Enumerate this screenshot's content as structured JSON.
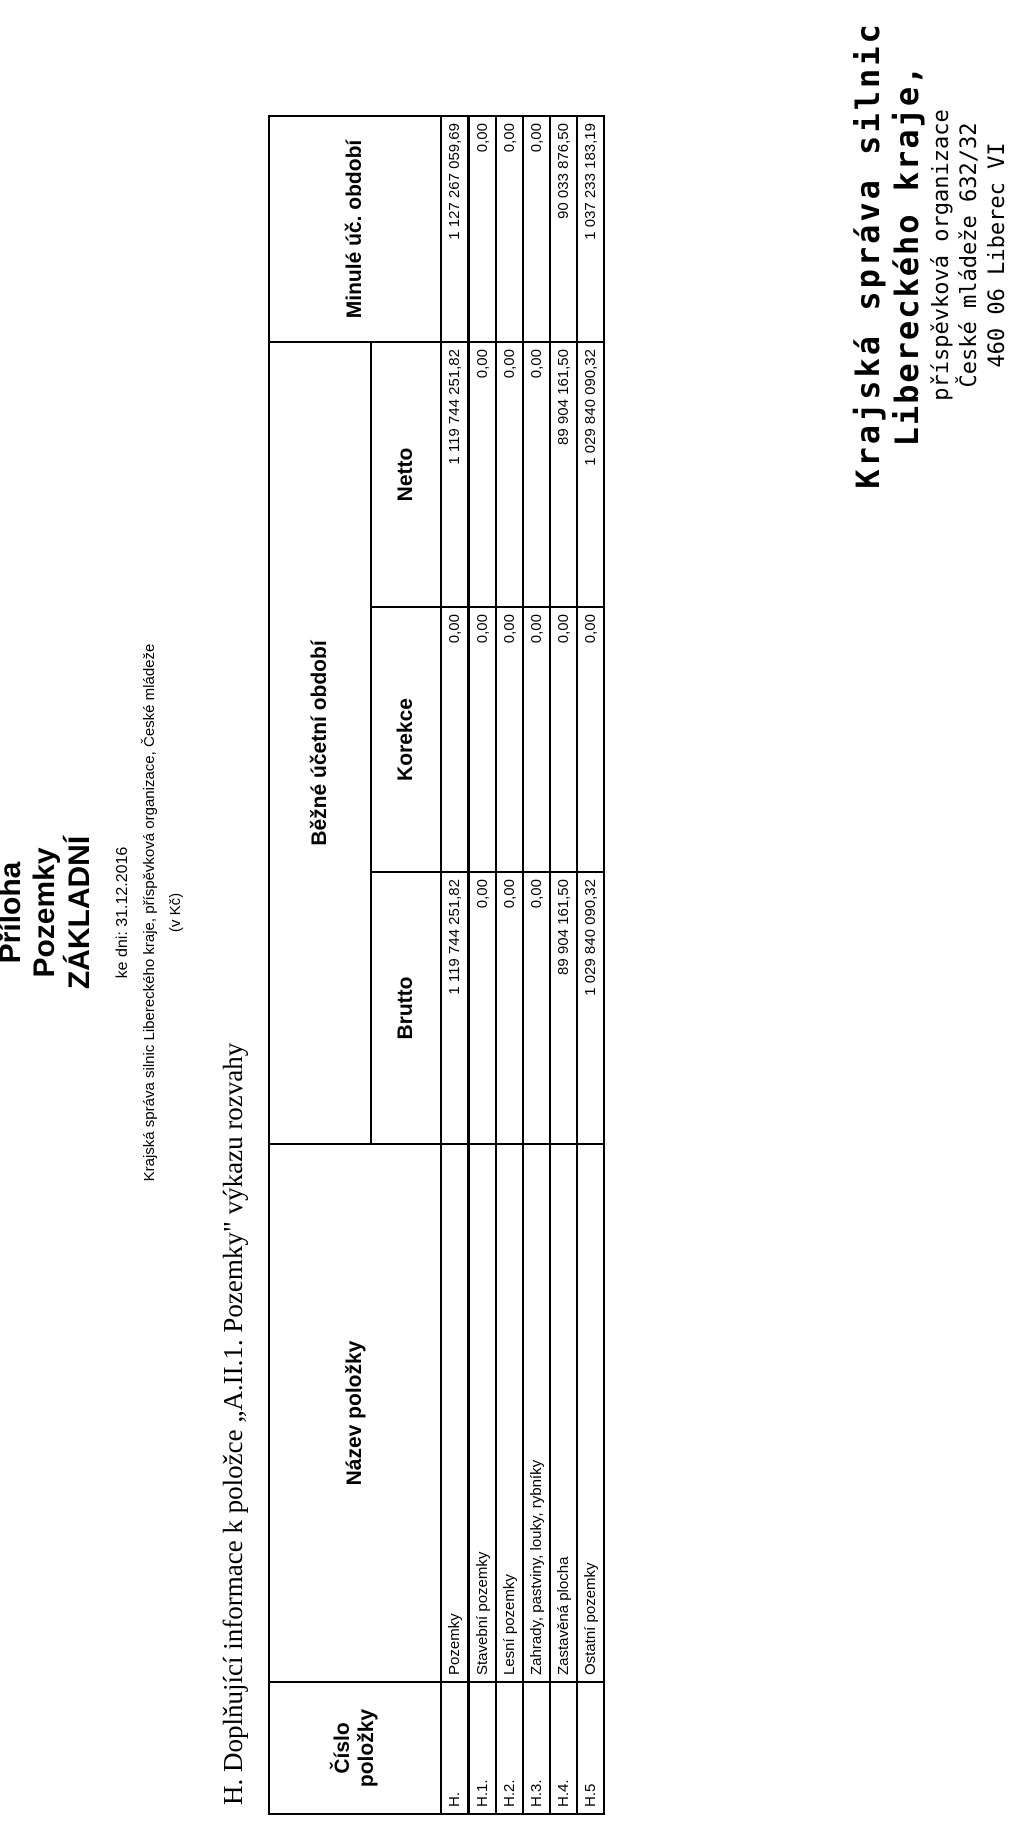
{
  "header": {
    "title_line1": "Příloha",
    "title_line2": "Pozemky",
    "title_line3": "ZÁKLADNÍ",
    "date": "ke dni: 31.12.2016",
    "organization": "Krajská správa silnic Libereckého kraje, příspěvková organizace, České mládeže",
    "unit": "(v Kč)"
  },
  "section_title": "H. Doplňující informace k položce „A.II.1. Pozemky\" výkazu rozvahy",
  "table": {
    "col_number": "Číslo položky",
    "col_name": "Název položky",
    "col_current_group": "Běžné účetní období",
    "col_brutto": "Brutto",
    "col_korekce": "Korekce",
    "col_netto": "Netto",
    "col_previous": "Minulé úč. období",
    "rows": [
      {
        "num": "H.",
        "name": "Pozemky",
        "brutto": "1 119 744 251,82",
        "korekce": "0,00",
        "netto": "1 119 744 251,82",
        "previous": "1 127 267 059,69"
      },
      {
        "num": "H.1.",
        "name": "Stavební pozemky",
        "brutto": "0,00",
        "korekce": "0,00",
        "netto": "0,00",
        "previous": "0,00"
      },
      {
        "num": "H.2.",
        "name": "Lesní pozemky",
        "brutto": "0,00",
        "korekce": "0,00",
        "netto": "0,00",
        "previous": "0,00"
      },
      {
        "num": "H.3.",
        "name": "Zahrady, pastviny, louky, rybníky",
        "brutto": "0,00",
        "korekce": "0,00",
        "netto": "0,00",
        "previous": "0,00"
      },
      {
        "num": "H.4.",
        "name": "Zastavěná plocha",
        "brutto": "89 904 161,50",
        "korekce": "0,00",
        "netto": "89 904 161,50",
        "previous": "90 033 876,50"
      },
      {
        "num": "H.5",
        "name": "Ostatní pozemky",
        "brutto": "1 029 840 090,32",
        "korekce": "0,00",
        "netto": "1 029 840 090,32",
        "previous": "1 037 233 183,19"
      }
    ]
  },
  "stamp": {
    "line1": "Krajská správa silnic",
    "line2": "Libereckého kraje,",
    "line3": "příspěvková organizace",
    "line4": "České mládeže 632/32",
    "line5": "460 06 Liberec VI"
  }
}
